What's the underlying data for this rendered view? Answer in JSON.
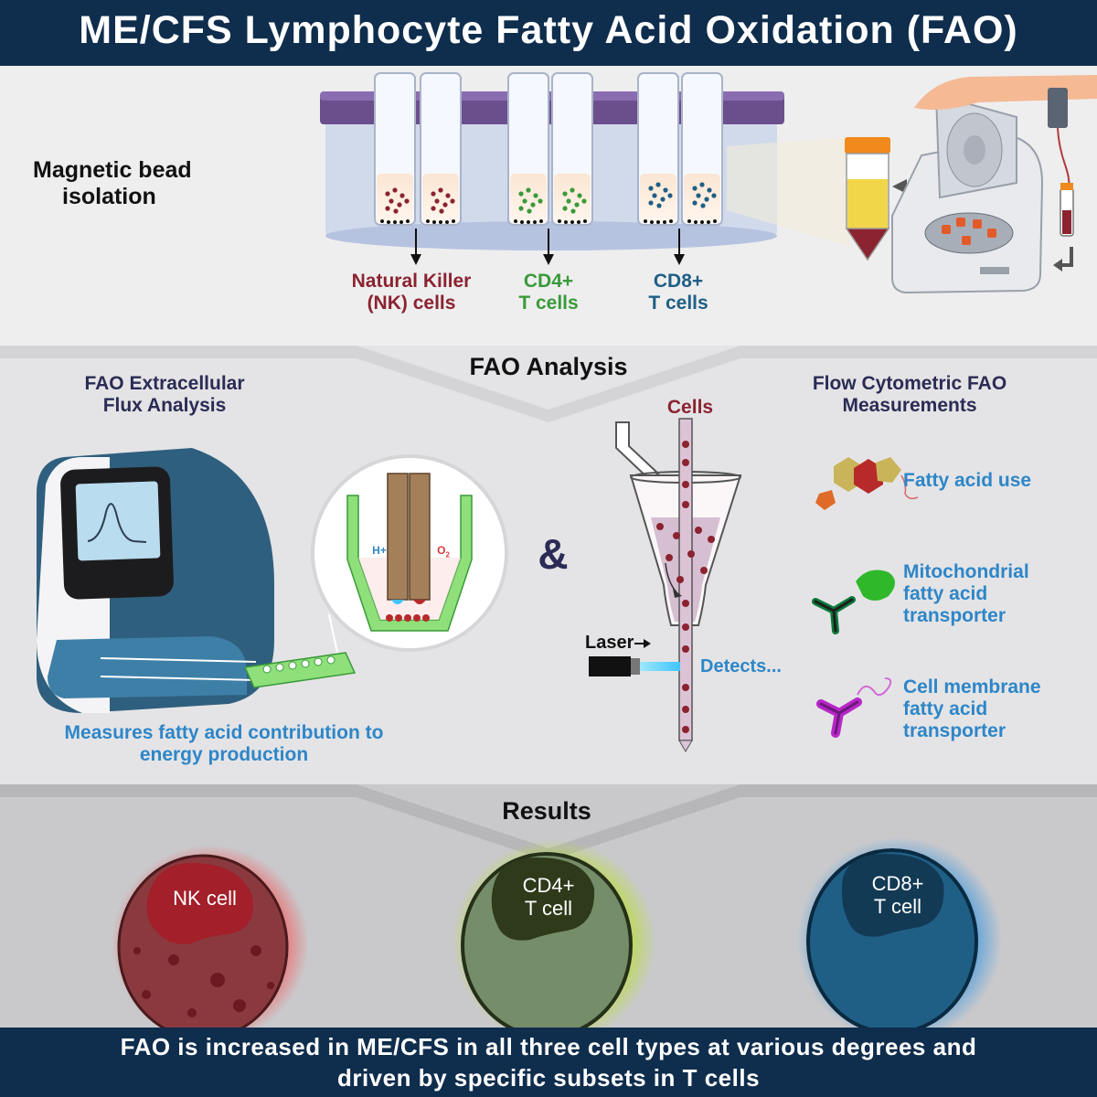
{
  "title": "ME/CFS Lymphocyte Fatty Acid Oxidation (FAO)",
  "isolation": {
    "heading_line1": "Magnetic bead",
    "heading_line2": "isolation",
    "nk_line1": "Natural Killer",
    "nk_line2": "(NK) cells",
    "cd4_line1": "CD4+",
    "cd4_line2": "T cells",
    "cd8_line1": "CD8+",
    "cd8_line2": "T cells"
  },
  "analysis": {
    "heading": "FAO Analysis",
    "flux_line1": "FAO Extracellular",
    "flux_line2": "Flux Analysis",
    "h_plus": "H+",
    "o2": "O",
    "o2_sub": "2",
    "ampersand": "&",
    "flux_desc_line1": "Measures fatty acid contribution to",
    "flux_desc_line2": "energy production",
    "cells_label": "Cells",
    "laser_label": "Laser",
    "detects_label": "Detects...",
    "flow_line1": "Flow Cytometric FAO",
    "flow_line2": "Measurements",
    "fatty_acid_use": "Fatty acid use",
    "mito_line1": "Mitochondrial",
    "mito_line2": "fatty acid",
    "mito_line3": "transporter",
    "membrane_line1": "Cell membrane",
    "membrane_line2": "fatty acid",
    "membrane_line3": "transporter"
  },
  "results": {
    "heading": "Results",
    "nk_cell": "NK cell",
    "cd4_line1": "CD4+",
    "cd4_line2": "T cell",
    "cd8_line1": "CD8+",
    "cd8_line2": "T cell"
  },
  "footer": {
    "line1": "FAO is increased in ME/CFS in all three cell types at various degrees and",
    "line2": "driven by specific subsets in T cells"
  },
  "colors": {
    "navy": "#0f2d4d",
    "nk_red": "#8b2330",
    "cd4_green": "#3a9a3a",
    "cd8_blue": "#1f5f86",
    "label_blue": "#2e86c8",
    "heading_dark": "#2b2b55"
  }
}
